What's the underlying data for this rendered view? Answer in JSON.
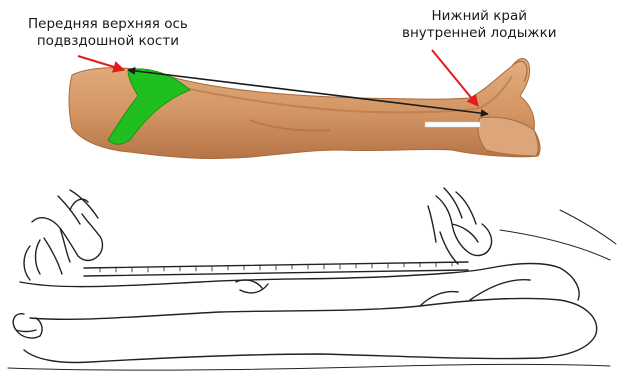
{
  "labels": {
    "iliac_spine": {
      "line1": "Передняя верхняя ось",
      "line2": "подвздошной кости"
    },
    "inner_ankle": {
      "line1": "Нижний край",
      "line2": "внутренней лодыжки"
    }
  },
  "colors": {
    "skin": "#d9a070",
    "skin_shadow": "#b9784a",
    "marker_green": "#1fbf1f",
    "pointer_red": "#e21b1b",
    "measure_line": "#1a1a1a",
    "sketch_line": "#222222"
  }
}
